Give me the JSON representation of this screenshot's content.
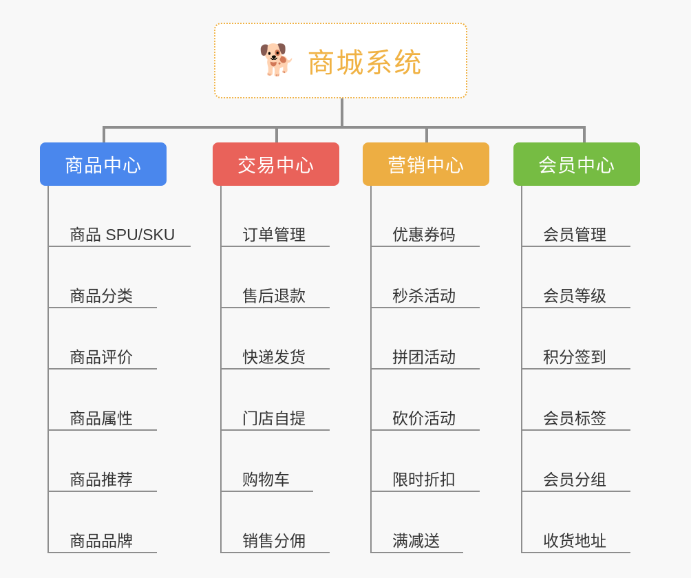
{
  "diagram": {
    "type": "org-chart",
    "root": {
      "icon": "shiba-dog-emoji",
      "icon_glyph": "🐕",
      "title": "商城系统",
      "title_color": "#f0b244",
      "border_color": "#f0b244",
      "background": "#ffffff"
    },
    "connector_color": "#8e8e8e",
    "page_background": "#f8f8f8",
    "categories": [
      {
        "label": "商品中心",
        "color": "#4a87ed",
        "items": [
          {
            "label": "商品 SPU/SKU",
            "rule_width": 206
          },
          {
            "label": "商品分类",
            "rule_width": 157
          },
          {
            "label": "商品评价",
            "rule_width": 157
          },
          {
            "label": "商品属性",
            "rule_width": 157
          },
          {
            "label": "商品推荐",
            "rule_width": 157
          },
          {
            "label": "商品品牌",
            "rule_width": 157
          }
        ]
      },
      {
        "label": "交易中心",
        "color": "#e9625a",
        "items": [
          {
            "label": "订单管理",
            "rule_width": 157
          },
          {
            "label": "售后退款",
            "rule_width": 157
          },
          {
            "label": "快递发货",
            "rule_width": 157
          },
          {
            "label": "门店自提",
            "rule_width": 157
          },
          {
            "label": "购物车",
            "rule_width": 133
          },
          {
            "label": "销售分佣",
            "rule_width": 157
          }
        ]
      },
      {
        "label": "营销中心",
        "color": "#edae43",
        "items": [
          {
            "label": "优惠券码",
            "rule_width": 157
          },
          {
            "label": "秒杀活动",
            "rule_width": 157
          },
          {
            "label": "拼团活动",
            "rule_width": 157
          },
          {
            "label": "砍价活动",
            "rule_width": 157
          },
          {
            "label": "限时折扣",
            "rule_width": 157
          },
          {
            "label": "满减送",
            "rule_width": 133
          }
        ]
      },
      {
        "label": "会员中心",
        "color": "#76bc43",
        "items": [
          {
            "label": "会员管理",
            "rule_width": 157
          },
          {
            "label": "会员等级",
            "rule_width": 157
          },
          {
            "label": "积分签到",
            "rule_width": 157
          },
          {
            "label": "会员标签",
            "rule_width": 157
          },
          {
            "label": "会员分组",
            "rule_width": 157
          },
          {
            "label": "收货地址",
            "rule_width": 157
          }
        ]
      }
    ]
  }
}
